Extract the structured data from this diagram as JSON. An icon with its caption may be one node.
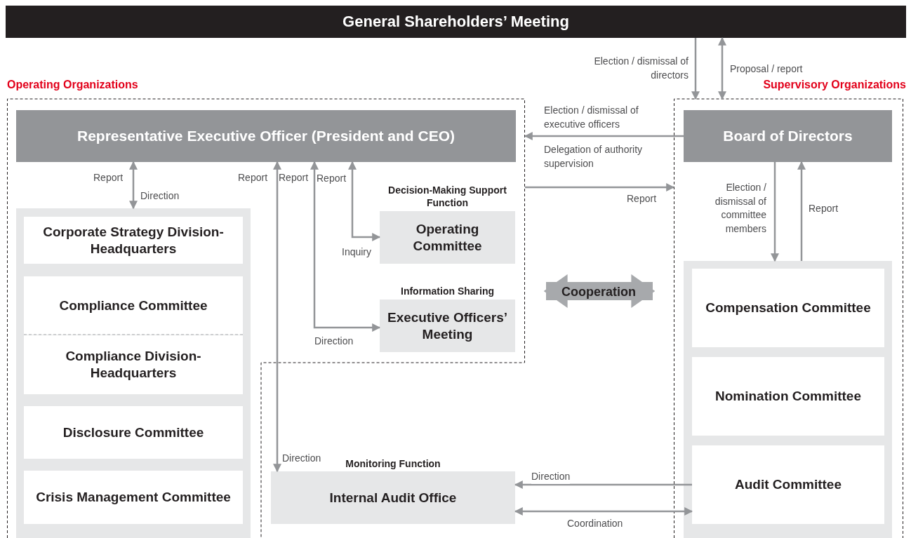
{
  "diagram": {
    "nodes": [
      {
        "text": [
          "General Shareholders’ Meeting"
        ]
      },
      {
        "text": [
          "Operating Organizations"
        ]
      },
      {
        "text": [
          "Representative Executive Officer (President and CEO)"
        ],
        "in": 1
      },
      {
        "text": [],
        "shape": "box",
        "in": 1
      },
      {
        "text": [
          "Corporate Strategy Division-Headquarters"
        ],
        "in": 3
      },
      {
        "text": [
          "Compliance Committee"
        ],
        "in": 3
      },
      {
        "text": [
          "Compliance Division-Headquarters"
        ],
        "in": 3
      },
      {
        "text": [
          "Disclosure Committee"
        ],
        "in": 3
      },
      {
        "text": [
          "Crisis Management Committee"
        ],
        "in": 3
      },
      {
        "text": [
          "Decision-Making Support Function",
          "Operating Committee"
        ],
        "in": 1
      },
      {
        "text": [
          "Information Sharing",
          "Executive Officers’ Meeting"
        ],
        "in": 1
      },
      {
        "text": [
          "Monitoring Function",
          "Internal Audit Office"
        ],
        "in": 1
      },
      {
        "text": [
          "Supervisory Organizations"
        ]
      },
      {
        "text": [
          "Board of Directors"
        ],
        "in": 12
      },
      {
        "text": [],
        "shape": "box",
        "in": 12
      },
      {
        "text": [
          "Compensation Committee"
        ],
        "in": 14
      },
      {
        "text": [
          "Nomination Committee"
        ],
        "in": 14
      },
      {
        "text": [
          "Audit Committee"
        ],
        "in": 14
      }
    ],
    "edges": [
      {
        "from": 0,
        "to": 12,
        "arrow": "to",
        "label": "Election / dismissal of directors"
      },
      {
        "from": 0,
        "to": 12,
        "arrow": "both",
        "label": "Proposal / report"
      },
      {
        "from": 13,
        "to": 1,
        "arrow": "to",
        "label": "Election / dismissal of executive officers"
      },
      {
        "from": 1,
        "to": 12,
        "arrow": "to",
        "label": "Report"
      },
      {
        "from": 2,
        "to": 3,
        "arrow": "both",
        "label": "Report"
      },
      {
        "from": 2,
        "to": 11,
        "arrow": "both",
        "label": "Report"
      },
      {
        "from": 2,
        "to": 10,
        "arrow": "both",
        "label": "Report"
      },
      {
        "from": 2,
        "to": 9,
        "arrow": "both",
        "label": "Report"
      },
      {
        "from": 1,
        "to": 12,
        "arrow": "both",
        "label": "Cooperation",
        "style": "thick"
      },
      {
        "from": 13,
        "to": 14,
        "arrow": "to",
        "label": "Election / dismissal of committee members"
      },
      {
        "from": 14,
        "to": 13,
        "arrow": "to",
        "label": "Report"
      },
      {
        "from": 17,
        "to": 11,
        "arrow": "to",
        "label": "Direction"
      },
      {
        "from": 11,
        "to": 17,
        "arrow": "both",
        "label": "Coordination"
      }
    ],
    "labels": [
      "Delegation of authority supervision",
      "Direction",
      "Direction",
      "Direction",
      "Inquiry"
    ]
  }
}
